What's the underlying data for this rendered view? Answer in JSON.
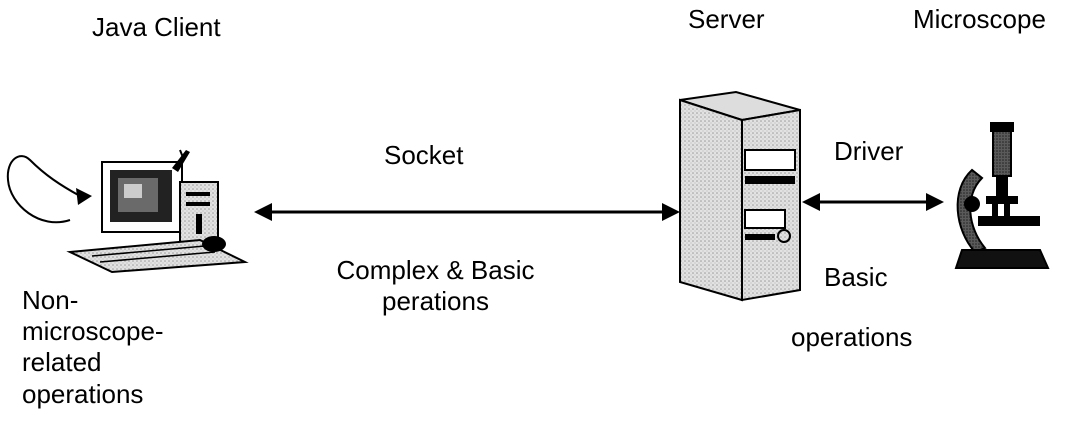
{
  "nodes": {
    "client": {
      "title": "Java Client"
    },
    "server": {
      "title": "Server"
    },
    "microscope": {
      "title": "Microscope"
    }
  },
  "links": {
    "client_server": {
      "top_label": "Socket",
      "bottom_label_line1": "Complex & Basic",
      "bottom_label_line2": "perations"
    },
    "server_microscope": {
      "top_label": "Driver",
      "bottom_label_line1": "Basic",
      "bottom_label_line2": "operations"
    }
  },
  "client_note": {
    "line1": "Non-",
    "line2": "microscope-",
    "line3": "related",
    "line4": "operations"
  },
  "colors": {
    "ink": "#000000",
    "background": "#ffffff"
  },
  "icons": [
    "desktop-computer-icon",
    "tower-server-icon",
    "microscope-icon",
    "loop-arrow-icon"
  ]
}
